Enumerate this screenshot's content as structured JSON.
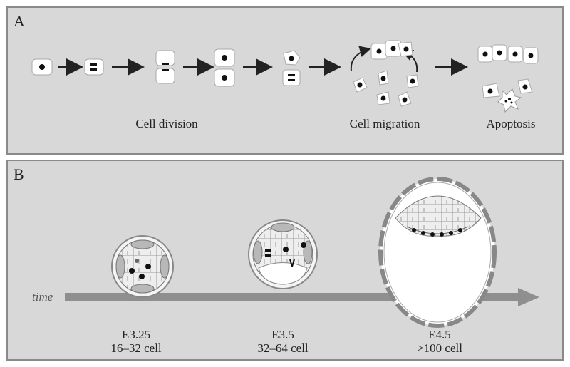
{
  "panel_a": {
    "label": "A",
    "captions": {
      "division": "Cell division",
      "migration": "Cell migration",
      "apoptosis": "Apoptosis"
    }
  },
  "panel_b": {
    "label": "B",
    "time_label": "time",
    "stages": [
      {
        "day": "E3.25",
        "cells": "16–32 cell"
      },
      {
        "day": "E3.5",
        "cells": "32–64 cell"
      },
      {
        "day": "E4.5",
        "cells": ">100 cell"
      }
    ]
  },
  "colors": {
    "panel_bg": "#d8d8d8",
    "border": "#8a8a8a",
    "cell": "#ffffff",
    "nucleus": "#111111",
    "arrow": "#222222",
    "time_arrow": "#8f8f8f"
  }
}
